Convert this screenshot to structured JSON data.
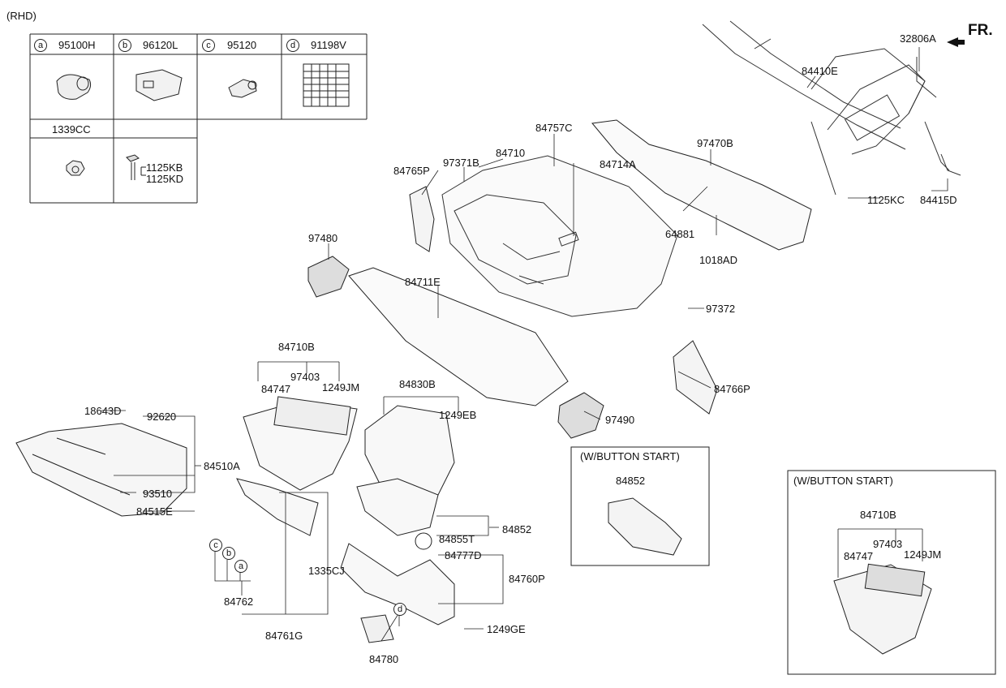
{
  "variant": "(RHD)",
  "front_marker": "FR.",
  "legend": {
    "cells": [
      {
        "letter": "a",
        "code": "95100H",
        "icon": "power-outlet-icon"
      },
      {
        "letter": "b",
        "code": "96120L",
        "icon": "aux-jack-icon"
      },
      {
        "letter": "c",
        "code": "95120",
        "icon": "cigar-lighter-icon"
      },
      {
        "letter": "d",
        "code": "91198V",
        "icon": "fuse-chart-icon"
      }
    ],
    "nut_code": "1339CC",
    "bolt_codes": [
      "1125KB",
      "1125KD"
    ]
  },
  "parts": {
    "p32806A": "32806A",
    "p84410E": "84410E",
    "p84757C": "84757C",
    "p84710": "84710",
    "p84714A": "84714A",
    "p84765P": "84765P",
    "p97371B": "97371B",
    "p97470B": "97470B",
    "p1125KC": "1125KC",
    "p84415D": "84415D",
    "p64881": "64881",
    "p1018AD": "1018AD",
    "p97480": "97480",
    "p97372": "97372",
    "p84711E": "84711E",
    "p84710B": "84710B",
    "p97403": "97403",
    "p84747": "84747",
    "p1249JM": "1249JM",
    "p84766P": "84766P",
    "p84830B": "84830B",
    "p1249EB": "1249EB",
    "p97490": "97490",
    "p18643D": "18643D",
    "p92620": "92620",
    "p84510A": "84510A",
    "p93510": "93510",
    "p84515E": "84515E",
    "p84852": "84852",
    "p84855T": "84855T",
    "p84777D": "84777D",
    "p84760P": "84760P",
    "p1335CJ": "1335CJ",
    "p84762": "84762",
    "p84761G": "84761G",
    "p1249GE": "1249GE",
    "p84780": "84780"
  },
  "callout_letters": {
    "a": "a",
    "b": "b",
    "c": "c",
    "d": "d"
  },
  "button_start_center": {
    "title": "(W/BUTTON START)",
    "part": "84852"
  },
  "button_start_right": {
    "title": "(W/BUTTON START)",
    "p84710B": "84710B",
    "p97403": "97403",
    "p84747": "84747",
    "p1249JM": "1249JM"
  }
}
